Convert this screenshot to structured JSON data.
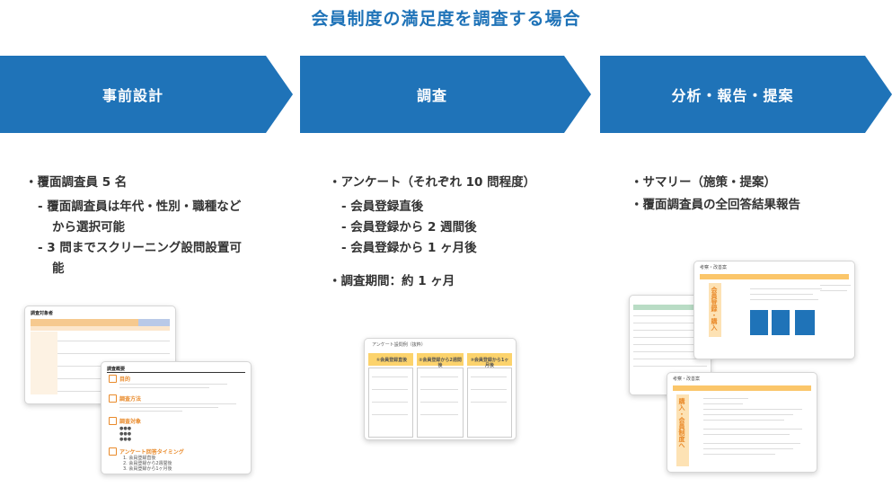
{
  "title": "会員制度の満足度を調査する場合",
  "colors": {
    "arrow": "#1f73b8",
    "title": "#1f73b8",
    "accent": "#e98a2a"
  },
  "phases": [
    {
      "label": "事前設計",
      "bullets": [
        {
          "text": "・覆面調査員 5 名",
          "subs": [
            "- 覆面調査員は年代・性別・職種など",
            "から選択可能",
            "- 3 問までスクリーニング設問設置可",
            "能"
          ]
        }
      ]
    },
    {
      "label": "調査",
      "bullets": [
        {
          "text": "・アンケート（それぞれ 10 問程度）",
          "subs": [
            "- 会員登録直後",
            "- 会員登録から 2 週間後",
            "- 会員登録から 1 ヶ月後"
          ]
        },
        {
          "text": "・調査期間：約 1 ヶ月",
          "subs": []
        }
      ]
    },
    {
      "label": "分析・報告・提案",
      "bullets": [
        {
          "text": "・サマリー（施策・提案）",
          "subs": []
        },
        {
          "text": "・覆面調査員の全回答結果報告",
          "subs": []
        }
      ]
    }
  ],
  "thumb1": {
    "sheet_title": "調査対象者",
    "doc_title": "調査概要",
    "sections": [
      "目的",
      "調査方法",
      "調査対象",
      "アンケート回答タイミング"
    ],
    "timing": [
      "1. 会員登録直後",
      "2. 会員登録から2週間後",
      "3. 会員登録から1ヶ月後"
    ]
  },
  "thumb2": {
    "header_label": "アンケート設問例（抜粋）",
    "columns": [
      "①会員登録直後",
      "②会員登録から2週間後",
      "③会員登録から1ヶ月後"
    ]
  },
  "thumb3": {
    "label_a": "考察・改善案",
    "label_b": "考察・改善案",
    "vertical_a": "会員登録・購入",
    "vertical_b": "購入・会員制度へ"
  }
}
